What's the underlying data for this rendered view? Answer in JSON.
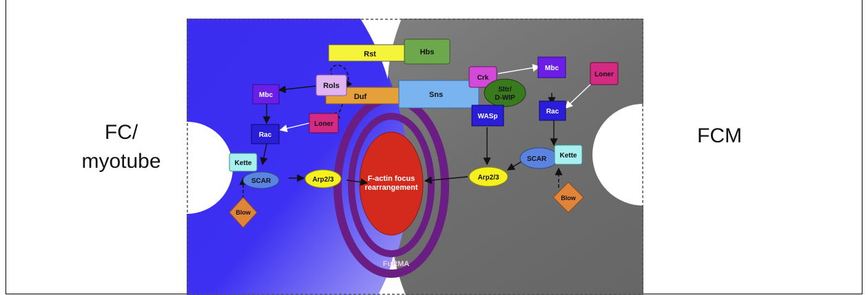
{
  "side_labels": {
    "left_line1": "FC/",
    "left_line2": "myotube",
    "right": "FCM"
  },
  "nodes": {
    "rst": "Rst",
    "hbs": "Hbs",
    "rols": "Rols",
    "duf": "Duf",
    "sns": "Sns",
    "crk": "Crk",
    "sltr_line1": "Sltr/",
    "sltr_line2": "D-WIP",
    "mbc_left": "Mbc",
    "rac_left": "Rac",
    "loner_left": "Loner",
    "kette_left": "Kette",
    "scar_left": "SCAR",
    "arp_left": "Arp2/3",
    "blow_left": "Blow",
    "factin_line1": "F-actin focus",
    "factin_line2": "rearrangement",
    "furma": "FuRMA",
    "wasp": "WASp",
    "arp_right": "Arp2/3",
    "mbc_right": "Mbc",
    "loner_right": "Loner",
    "rac_right": "Rac",
    "scar_right": "SCAR",
    "kette_right": "Kette",
    "blow_right": "Blow"
  },
  "colors": {
    "fc_blue": "#3a2cf0",
    "fcm_gray": "#7a7a7a",
    "rst": "#f5f33a",
    "hbs": "#6ea84c",
    "rols": "#e0b4f0",
    "duf": "#e6a03a",
    "sns": "#7ab4f0",
    "crk": "#d44ad8",
    "sltr": "#3a7a1e",
    "mbc": "#6a1ee6",
    "rac": "#2a1ed8",
    "loner": "#d42a84",
    "kette": "#a8f0f0",
    "scar": "#5a84e0",
    "arp": "#f5f01e",
    "blow": "#e0843a",
    "factin": "#d42a1e",
    "furma": "#6a1e84"
  }
}
